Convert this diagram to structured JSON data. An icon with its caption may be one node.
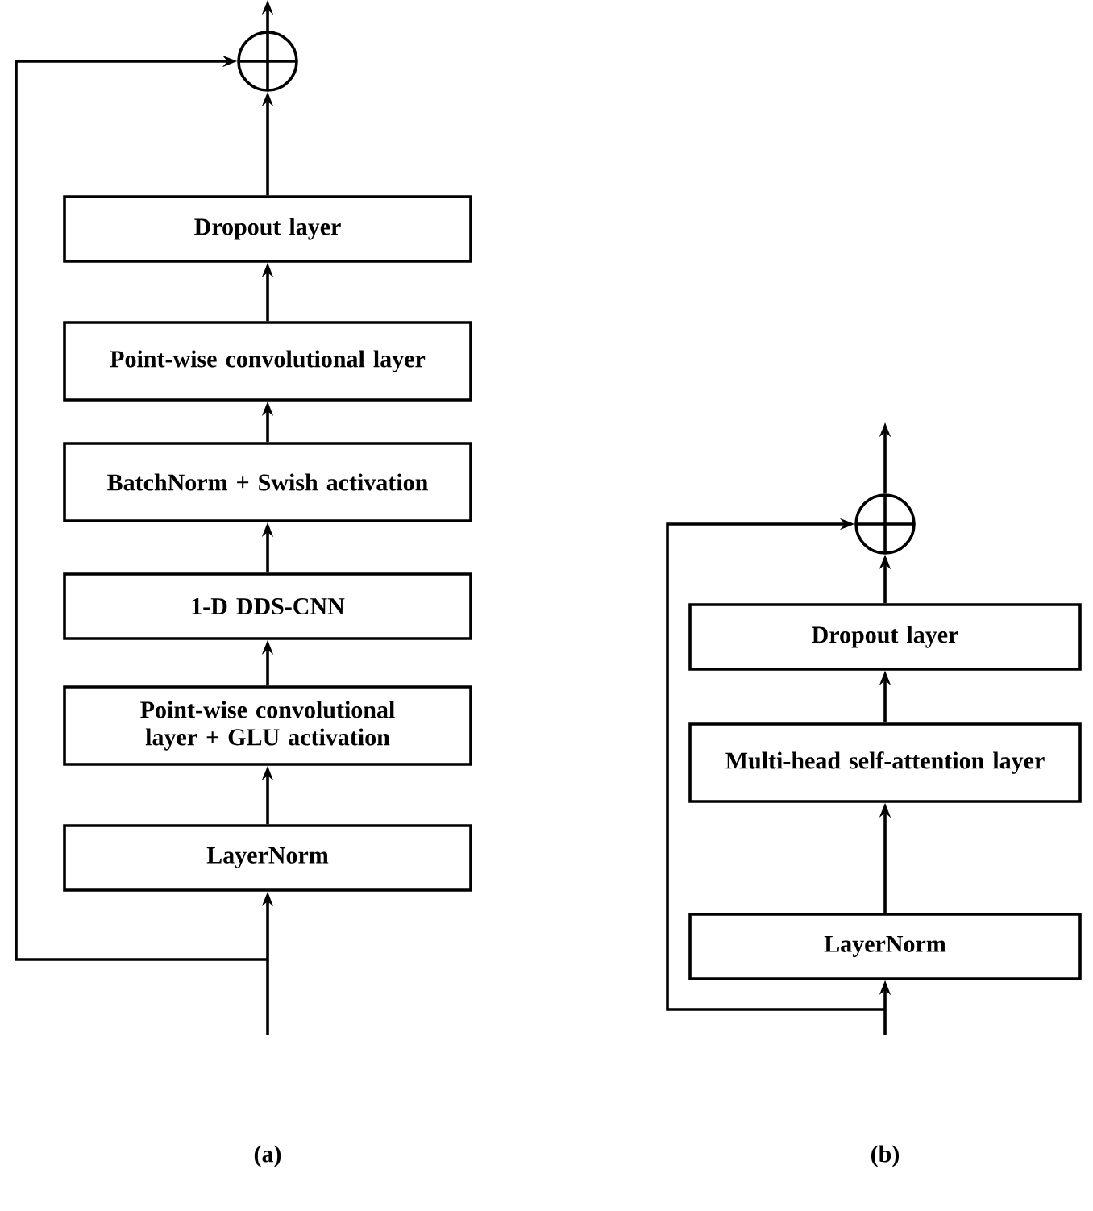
{
  "diagram": {
    "nodes": [
      {
        "text": [],
        "shape": "circle"
      },
      {
        "text": [
          "Dropout layer"
        ]
      },
      {
        "text": [
          "Point-wise convolutional layer"
        ]
      },
      {
        "text": [
          "BatchNorm + Swish activation"
        ]
      },
      {
        "text": [
          "1-D DDS-CNN"
        ]
      },
      {
        "text": [
          "Point-wise convolutional layer + GLU activation"
        ]
      },
      {
        "text": [
          "LayerNorm"
        ]
      },
      {
        "text": [],
        "shape": "circle"
      },
      {
        "text": [
          "Dropout layer"
        ]
      },
      {
        "text": [
          "Multi-head self-attention layer"
        ]
      },
      {
        "text": [
          "LayerNorm"
        ]
      }
    ],
    "edges": [
      {
        "from": null,
        "to": 6,
        "arrow": "to"
      },
      {
        "from": 6,
        "to": 5,
        "arrow": "to"
      },
      {
        "from": 5,
        "to": 4,
        "arrow": "to"
      },
      {
        "from": 4,
        "to": 3,
        "arrow": "to"
      },
      {
        "from": 3,
        "to": 2,
        "arrow": "to"
      },
      {
        "from": 2,
        "to": 1,
        "arrow": "to"
      },
      {
        "from": 1,
        "to": 0,
        "arrow": "to"
      },
      {
        "from": 0,
        "to": null,
        "arrow": "to"
      },
      {
        "from": null,
        "to": 0,
        "arrow": "to"
      },
      {
        "from": null,
        "to": 10,
        "arrow": "to"
      },
      {
        "from": 10,
        "to": 9,
        "arrow": "to"
      },
      {
        "from": 9,
        "to": 8,
        "arrow": "to"
      },
      {
        "from": 8,
        "to": 7,
        "arrow": "to"
      },
      {
        "from": 7,
        "to": null,
        "arrow": "to"
      },
      {
        "from": null,
        "to": 7,
        "arrow": "to"
      }
    ],
    "labels": [
      "(a)",
      "(b)"
    ]
  }
}
